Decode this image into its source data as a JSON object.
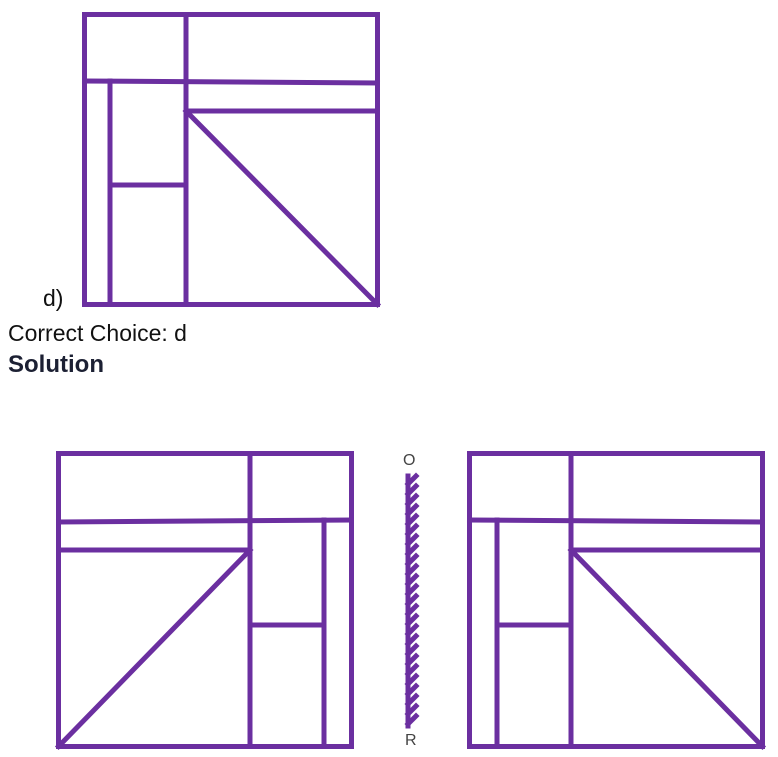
{
  "option": {
    "label": "d)"
  },
  "answer": {
    "text": "Correct Choice: d"
  },
  "solution": {
    "heading": "Solution"
  },
  "mirror": {
    "top_label": "O",
    "bottom_label": "R"
  },
  "colors": {
    "figure_stroke": "#6b2fa0",
    "mirror_line": "#333333"
  }
}
